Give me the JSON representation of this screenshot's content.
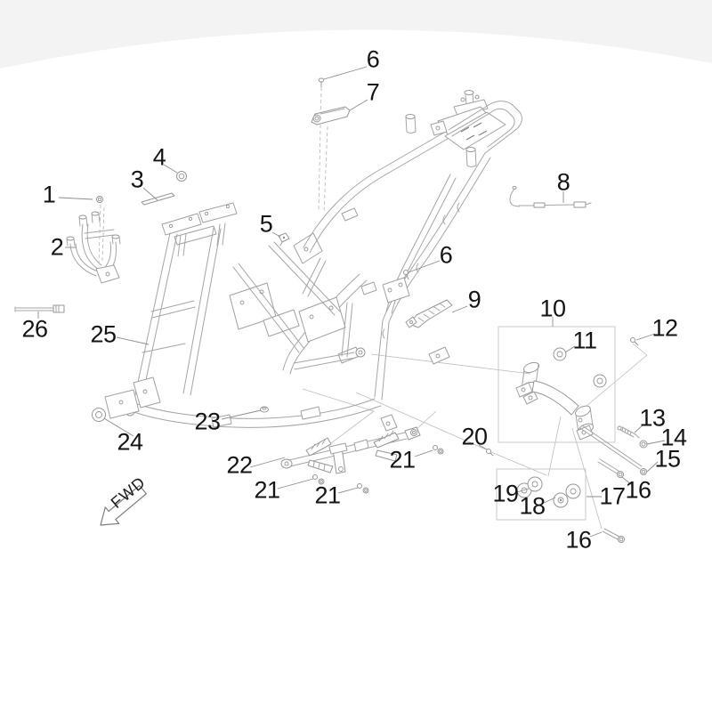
{
  "diagram": {
    "kind": "exploded-parts-diagram",
    "direction_arrow": {
      "label": "FWD"
    }
  },
  "colors": {
    "background": "#ffffff",
    "top_band": "#f3f3f4",
    "line_art": "#a5a5a5",
    "leader_line": "#8d8d8d",
    "detail_box_border": "#c9c9c9",
    "label_text": "#141414"
  },
  "detail_boxes": [
    {
      "name": "upper-linkage-box"
    },
    {
      "name": "lower-bushing-box"
    }
  ],
  "callouts": [
    {
      "label": "1"
    },
    {
      "label": "2"
    },
    {
      "label": "3"
    },
    {
      "label": "4"
    },
    {
      "label": "5"
    },
    {
      "label": "6"
    },
    {
      "label": "7"
    },
    {
      "label": "6"
    },
    {
      "label": "8"
    },
    {
      "label": "9"
    },
    {
      "label": "10"
    },
    {
      "label": "11"
    },
    {
      "label": "12"
    },
    {
      "label": "13"
    },
    {
      "label": "14"
    },
    {
      "label": "15"
    },
    {
      "label": "16"
    },
    {
      "label": "17"
    },
    {
      "label": "18"
    },
    {
      "label": "19"
    },
    {
      "label": "20"
    },
    {
      "label": "21"
    },
    {
      "label": "22"
    },
    {
      "label": "21"
    },
    {
      "label": "21"
    },
    {
      "label": "23"
    },
    {
      "label": "24"
    },
    {
      "label": "25"
    },
    {
      "label": "26"
    },
    {
      "label": "16"
    }
  ]
}
